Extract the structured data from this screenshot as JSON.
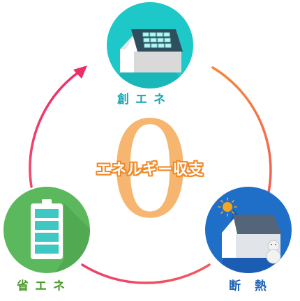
{
  "diagram": {
    "center": {
      "zero": "0",
      "title": "エネルギー収支"
    },
    "nodes": {
      "create": {
        "label": "創エネ",
        "color": "#1ec8c8",
        "label_color": "#1aa7b3",
        "icon": "solar-house-icon"
      },
      "save": {
        "label": "省エネ",
        "color": "#5cb85c",
        "label_color": "#4c9a2a",
        "icon": "battery-icon"
      },
      "insulation": {
        "label": "断熱",
        "color": "#1f6fc9",
        "label_color": "#1d62b8",
        "icon": "insulated-house-icon"
      }
    },
    "cycle_colors": {
      "left_arc": "#ee3f6a",
      "right_arc": "#f47c3c",
      "bottom_arc": "#f04a6a"
    }
  }
}
